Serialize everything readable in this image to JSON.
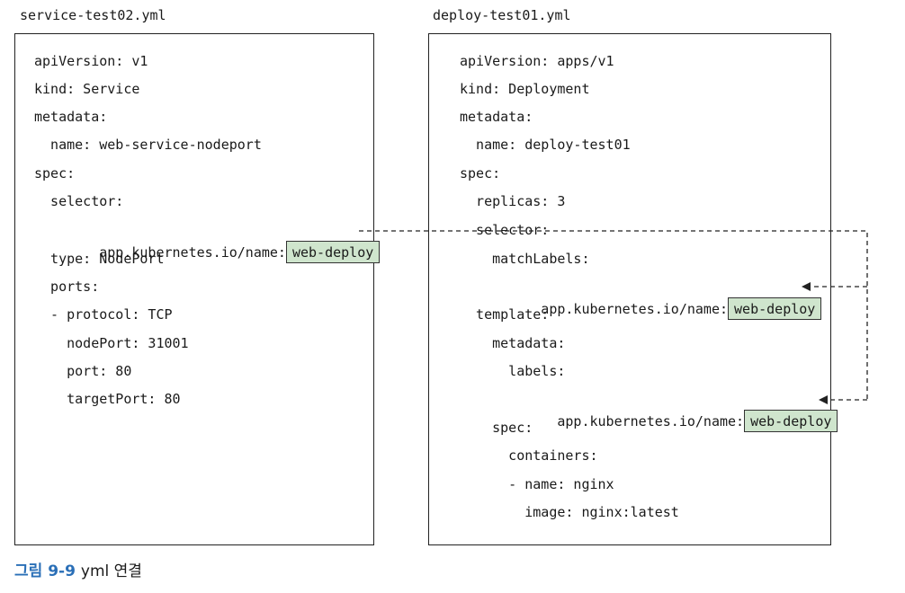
{
  "left_file": {
    "title": "service-test02.yml",
    "lines": [
      "apiVersion: v1",
      "kind: Service",
      "metadata:",
      "  name: web-service-nodeport",
      "spec:",
      "  selector:",
      "    app.kubernetes.io/name:",
      "  type: NodePort",
      "  ports:",
      "  - protocol: TCP",
      "    nodePort: 31001",
      "    port: 80",
      "    targetPort: 80"
    ],
    "highlight_value": "web-deploy"
  },
  "right_file": {
    "title": "deploy-test01.yml",
    "lines": [
      "apiVersion: apps/v1",
      "kind: Deployment",
      "metadata:",
      "  name: deploy-test01",
      "spec:",
      "  replicas: 3",
      "  selector:",
      "    matchLabels:",
      "      app.kubernetes.io/name:",
      "  template:",
      "    metadata:",
      "      labels:",
      "        app.kubernetes.io/name:",
      "    spec:",
      "      containers:",
      "      - name: nginx",
      "        image: nginx:latest"
    ],
    "highlight_value_1": "web-deploy",
    "highlight_value_2": "web-deploy"
  },
  "caption": {
    "label": "그림 9-9",
    "text": "yml 연결"
  }
}
